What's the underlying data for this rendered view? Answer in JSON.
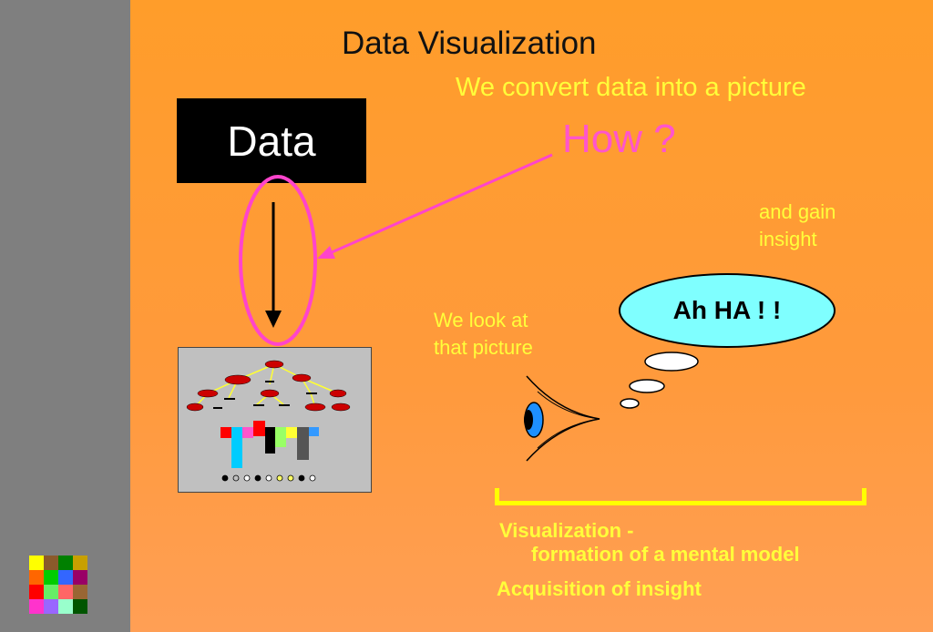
{
  "slide": {
    "title": "Data Visualization",
    "subtitle": "We convert data into a picture",
    "how": "How ?",
    "data_box_label": "Data",
    "gain_note": "and gain\ninsight",
    "look_note": "We look at\nthat picture",
    "thought_bubble": "Ah HA ! !",
    "caption_line1": "Visualization -",
    "caption_line2": "formation of a mental model",
    "caption_line3": "Acquisition of insight"
  },
  "colors": {
    "slide_background": "#ff9d2a",
    "sidebar": "#7f7f7f",
    "title_text": "#111111",
    "yellow_text": "#ffff3a",
    "magenta": "#ff55cc",
    "bubble_fill": "#7fffff",
    "eye_iris": "#1e90ff"
  },
  "palette_swatches": [
    "#ffff00",
    "#8b5a2b",
    "#008000",
    "#c8a000",
    "#ff6600",
    "#00cc00",
    "#3366ff",
    "#990066",
    "#ff0000",
    "#66ee66",
    "#ff6666",
    "#996633",
    "#ff33cc",
    "#9966ff",
    "#99ffcc",
    "#005500"
  ],
  "picture_bars": [
    {
      "color": "#ff0000"
    },
    {
      "color": "#00ccff"
    },
    {
      "color": "#ff55cc"
    },
    {
      "color": "#ff0000"
    },
    {
      "color": "#000000"
    },
    {
      "color": "#99ff66"
    },
    {
      "color": "#ffff33"
    },
    {
      "color": "#555555"
    },
    {
      "color": "#3399ff"
    }
  ],
  "icons": [
    "down-arrow-icon",
    "eye-icon",
    "thought-bubble-icon",
    "tree-diagram-icon"
  ]
}
